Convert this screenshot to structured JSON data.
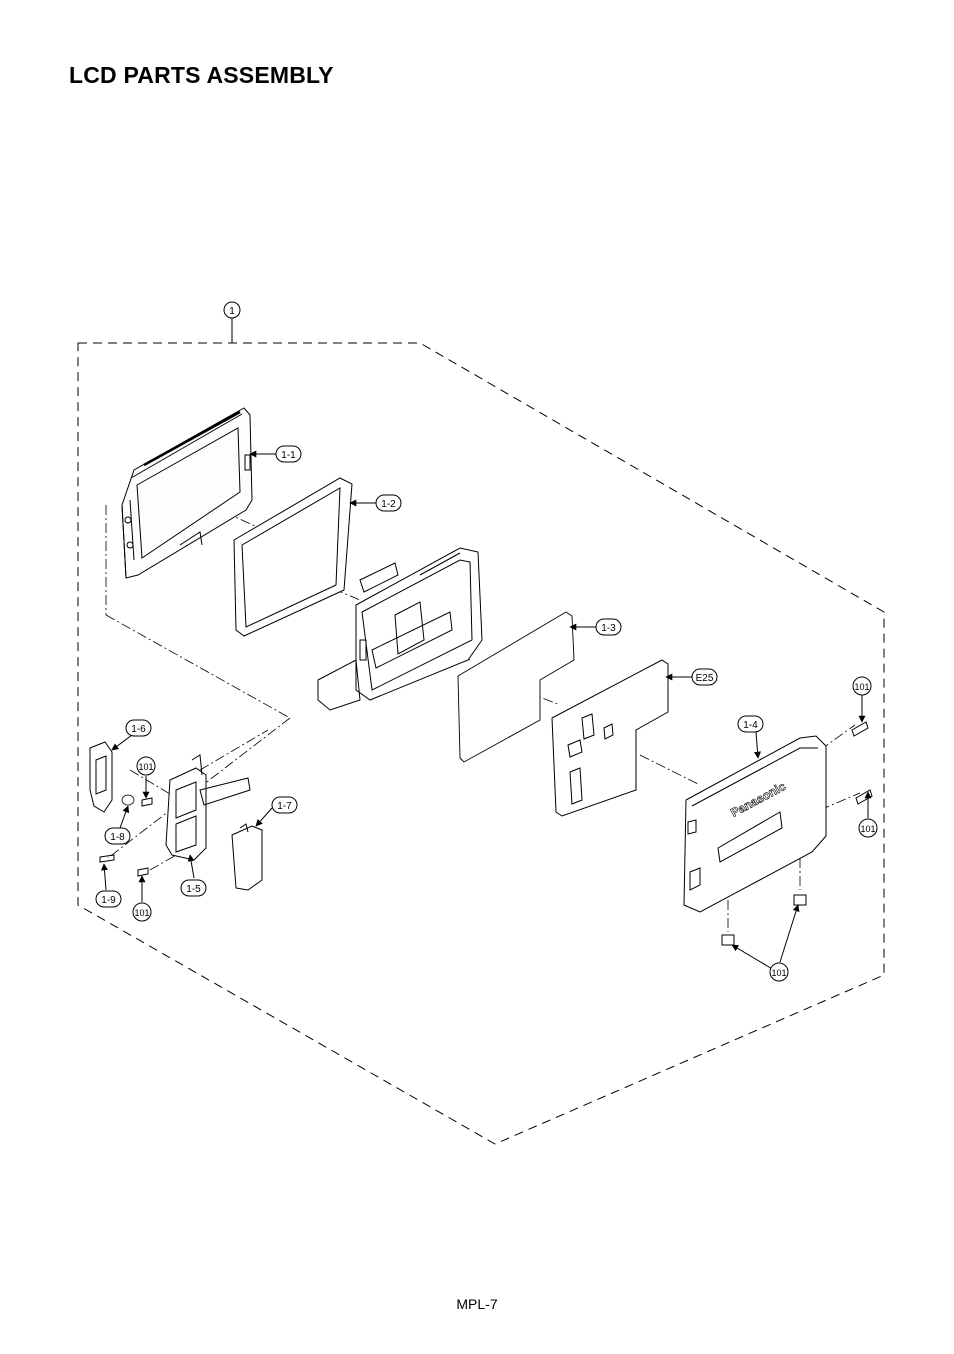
{
  "title": "LCD PARTS ASSEMBLY",
  "footer": "MPL-7",
  "callouts": {
    "c1": "1",
    "c1_1": "1-1",
    "c1_2": "1-2",
    "c1_3": "1-3",
    "e25": "E25",
    "c1_4": "1-4",
    "c1_5": "1-5",
    "c1_6": "1-6",
    "c1_7": "1-7",
    "c1_8": "1-8",
    "c1_9": "1-9",
    "s101_a": "101",
    "s101_b": "101",
    "s101_c": "101",
    "s101_d": "101",
    "s101_e": "101"
  },
  "logo_text": "Panasonic"
}
